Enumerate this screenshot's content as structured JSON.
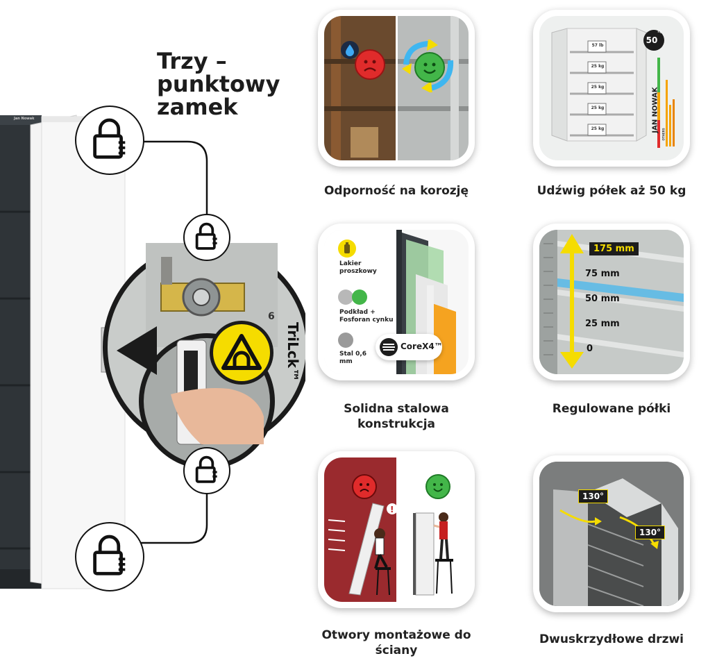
{
  "title": "Trzy – punktowy zamek",
  "trilock_label": "TriLck™",
  "cabinet_brand": "Jan Nowak",
  "features": [
    {
      "caption": "Odporność na korozję"
    },
    {
      "caption": "Udźwig półek aż 50 kg"
    },
    {
      "caption": "Solidna stalowa konstrukcja"
    },
    {
      "caption": "Regulowane półki"
    },
    {
      "caption": "Otwory montażowe do ściany"
    },
    {
      "caption": "Dwuskrzydłowe drzwi"
    }
  ],
  "load": {
    "badge": "50",
    "badge_unit": "kg",
    "shelf_labels": [
      "57 lb",
      "25 kg",
      "25 kg",
      "25 kg",
      "25 kg"
    ],
    "brand_vertical": "JAN NOWAK",
    "others": "OTHERS"
  },
  "construction": {
    "layer1": "Lakier proszkowy",
    "layer2": "Podkład + Fosforan cynku",
    "layer3": "Stal 0,6 mm",
    "core": "CoreX4™"
  },
  "shelves": {
    "values": [
      "175 mm",
      "75 mm",
      "50 mm",
      "25 mm",
      "0"
    ]
  },
  "doors": {
    "angle_left": "130°",
    "angle_right": "130°"
  },
  "colors": {
    "accent_yellow": "#f5dc00",
    "bad_red": "#e02b2b",
    "good_green": "#43b649",
    "dark": "#1d1d1d"
  }
}
